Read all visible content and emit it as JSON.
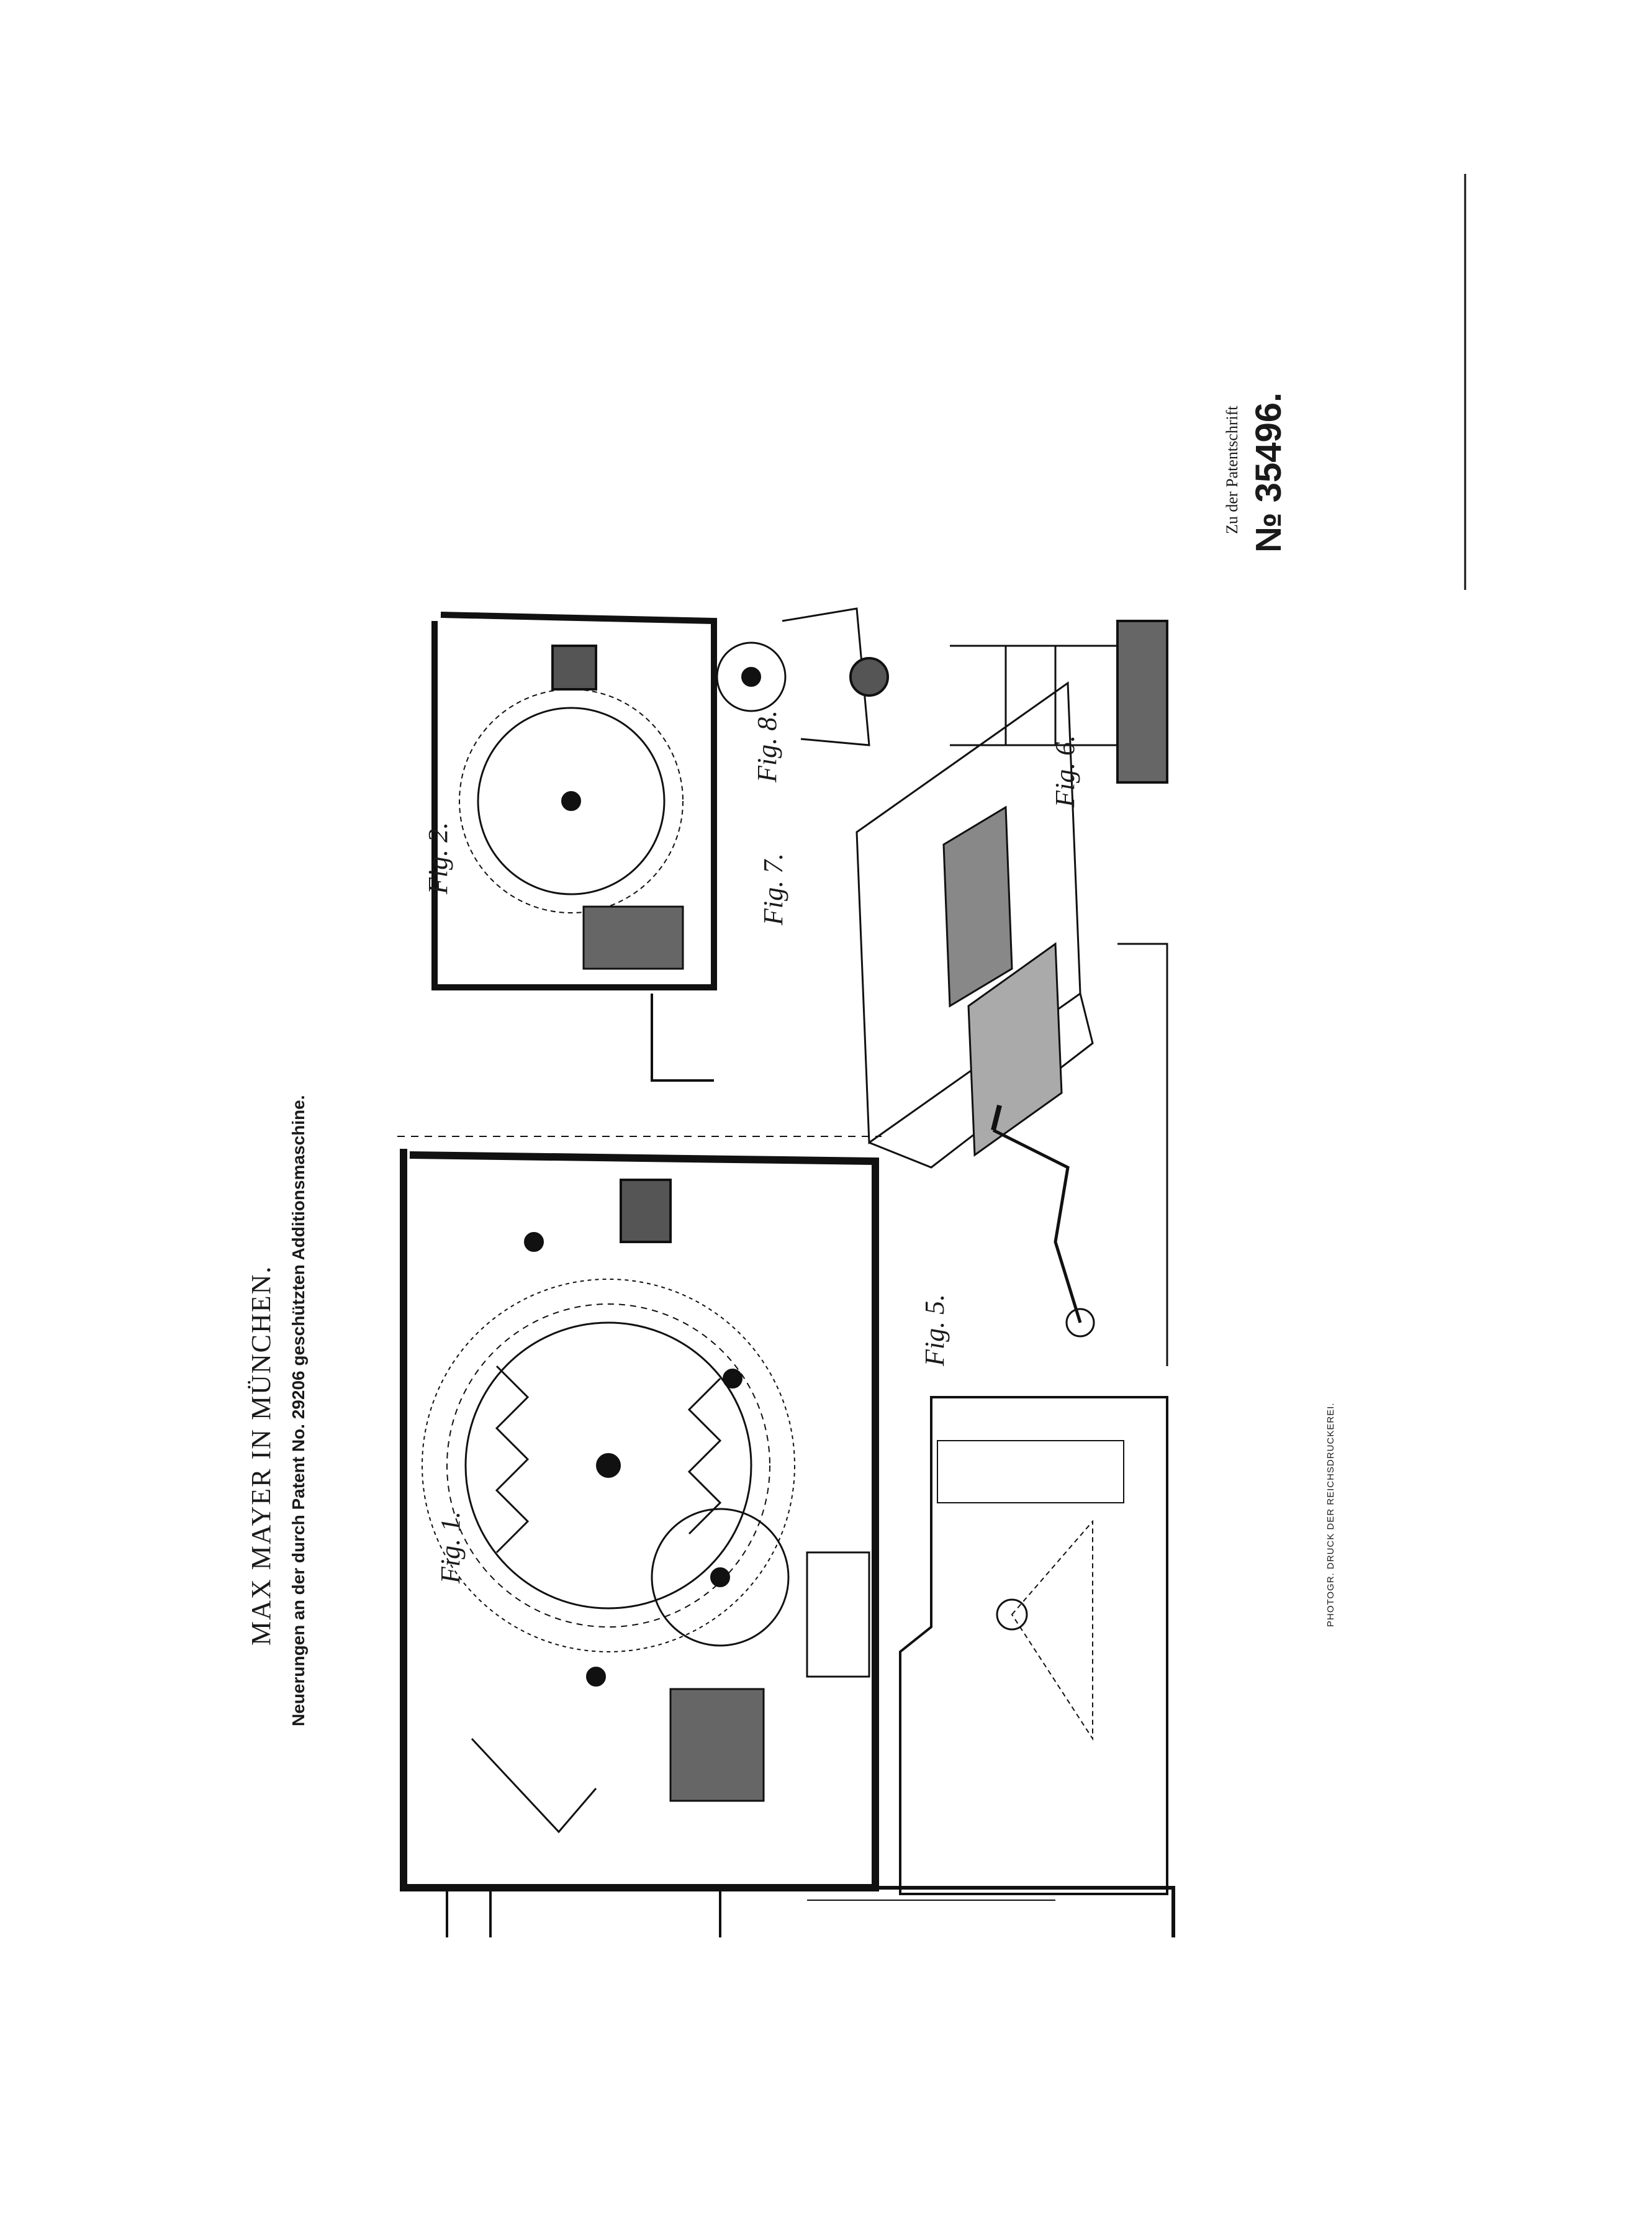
{
  "header": {
    "title": "MAX MAYER IN MÜNCHEN.",
    "subtitle": "Neuerungen an der durch Patent No. 29206 geschützten Additionsmaschine."
  },
  "patent": {
    "ref_label": "Zu der Patentschrift",
    "number": "№ 35496."
  },
  "footer": {
    "printer": "PHOTOGR. DRUCK DER REICHSDRUCKEREI."
  },
  "figures": [
    {
      "label": "Fig. 1."
    },
    {
      "label": "Fig. 2."
    },
    {
      "label": "Fig. 5."
    },
    {
      "label": "Fig. 6."
    },
    {
      "label": "Fig. 7."
    },
    {
      "label": "Fig. 8."
    }
  ]
}
